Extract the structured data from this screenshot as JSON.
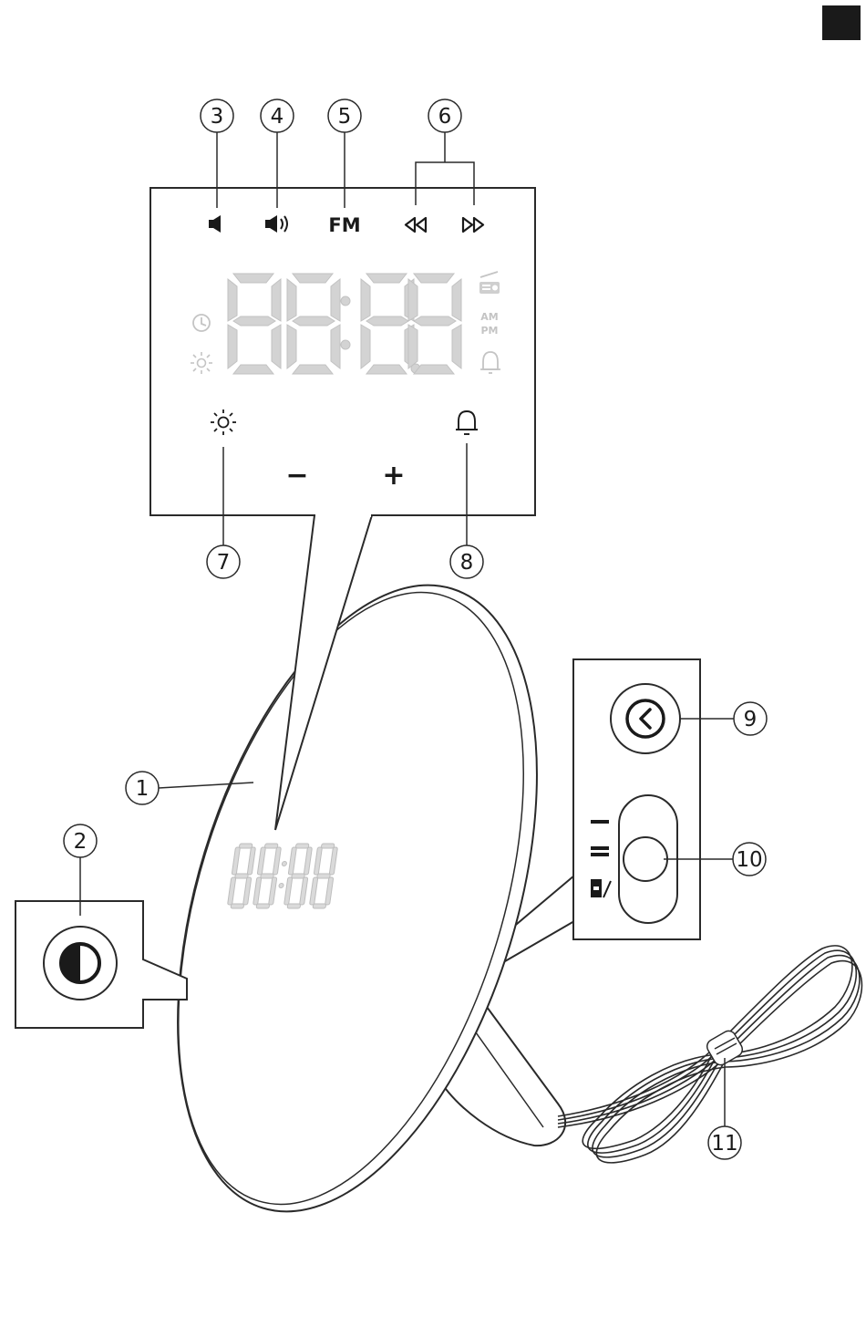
{
  "page_marker_color": "#1a1a1a",
  "segment_color": "#d3d3d3",
  "callouts": {
    "c1": "1",
    "c2": "2",
    "c3": "3",
    "c4": "4",
    "c5": "5",
    "c6": "6",
    "c7": "7",
    "c8": "8",
    "c9": "9",
    "c10": "10",
    "c11": "11"
  },
  "display_panel": {
    "fm_label": "FM",
    "clock_digits": "88:8.8",
    "am_label": "AM",
    "pm_label": "PM",
    "minus_label": "−",
    "plus_label": "+"
  },
  "icons": [
    "volume-down-icon",
    "volume-up-icon",
    "rewind-icon",
    "fast-forward-icon",
    "radio-icon",
    "clock-icon",
    "sun-icon",
    "bell-icon",
    "brightness-icon",
    "power-icon",
    "slider-mode-icon"
  ]
}
